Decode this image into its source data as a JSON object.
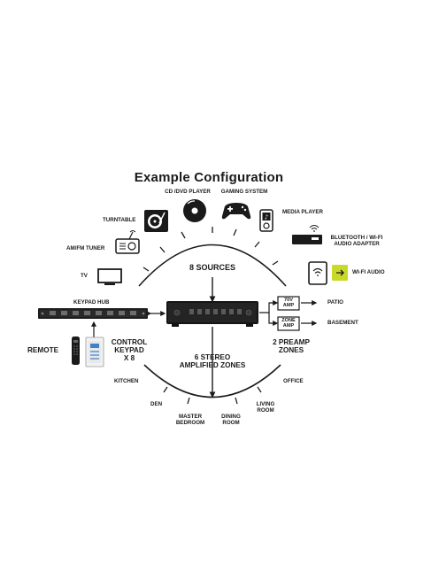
{
  "title": "Example Configuration",
  "sources": {
    "cd_dvd": "CD /DVD PLAYER",
    "gaming": "GAMING SYSTEM",
    "turntable": "TURNTABLE",
    "media_player": "MEDIA PLAYER",
    "am_fm": "AM/FM TUNER",
    "bluetooth": [
      "BLUETOOTH / WI-FI",
      "AUDIO ADAPTER"
    ],
    "tv": "TV",
    "wifi_audio": "WI-FI AUDIO"
  },
  "labels": {
    "eight_sources": "8 SOURCES",
    "keypad_hub": "KEYPAD HUB",
    "remote": "REMOTE",
    "control_keypad": [
      "CONTROL",
      "KEYPAD",
      "X 8"
    ],
    "stereo_zones": [
      "6 STEREO",
      "AMPLIFIED ZONES"
    ],
    "preamp_zones": [
      "2 PREAMP",
      "ZONES"
    ],
    "amp_70v": [
      "70V",
      "AMP"
    ],
    "zone_amp": [
      "ZONE",
      "AMP"
    ],
    "patio": "PATIO",
    "basement": "BASEMENT"
  },
  "zones": {
    "kitchen": "KITCHEN",
    "office": "OFFICE",
    "den": "DEN",
    "living_room": [
      "LIVING",
      "ROOM"
    ],
    "master_bedroom": [
      "MASTER",
      "BEDROOM"
    ],
    "dining_room": [
      "DINING",
      "ROOM"
    ]
  },
  "colors": {
    "ink": "#1a1a1a",
    "wifi_adapter_accent": "#c8d92b"
  }
}
